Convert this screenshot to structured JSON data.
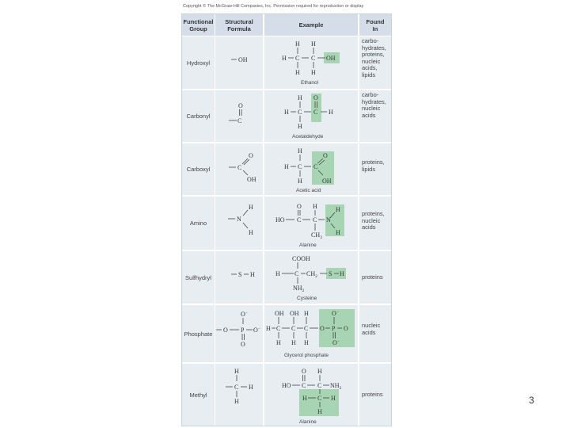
{
  "copyright": "Copyright © The McGraw-Hill Companies, Inc. Permission required for reproduction or display",
  "headers": {
    "group": "Functional\nGroup",
    "formula": "Structural\nFormula",
    "example": "Example",
    "found": "Found\nIn"
  },
  "rows": [
    {
      "group": "Hydroxyl",
      "example_name": "Ethanol",
      "found_in": "carbo-\nhydrates,\nproteins,\nnucleic\nacids,\nlipids"
    },
    {
      "group": "Carbonyl",
      "example_name": "Acetaldehyde",
      "found_in": "carbo-\nhydrates,\nnucleic\nacids"
    },
    {
      "group": "Carboxyl",
      "example_name": "Acetic acid",
      "found_in": "proteins,\nlipids"
    },
    {
      "group": "Amino",
      "example_name": "Alanine",
      "found_in": "proteins,\nnucleic\nacids"
    },
    {
      "group": "Sulfhydryl",
      "example_name": "Cysteine",
      "found_in": "proteins"
    },
    {
      "group": "Phosphate",
      "example_name": "Glycerol phosphate",
      "found_in": "nucleic\nacids"
    },
    {
      "group": "Methyl",
      "example_name": "Alanine",
      "found_in": "proteins"
    }
  ],
  "page_number": "3"
}
